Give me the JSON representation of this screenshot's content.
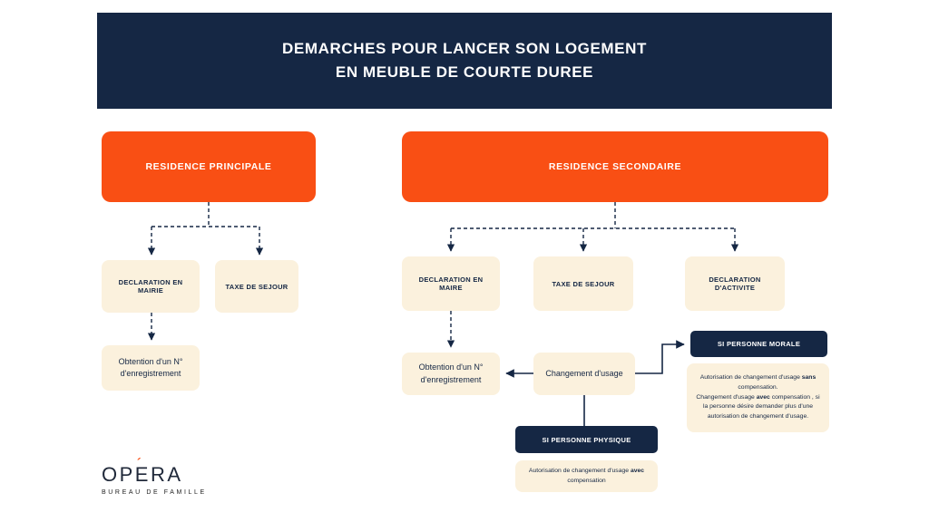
{
  "header": {
    "line1": "DEMARCHES POUR LANCER SON LOGEMENT",
    "line2": "EN MEUBLE DE COURTE DUREE"
  },
  "colors": {
    "navy": "#152744",
    "orange": "#f94f14",
    "cream": "#fbf1dd"
  },
  "principal": {
    "title": "RESIDENCE PRINCIPALE",
    "declaration": "DECLARATION EN MAIRIE",
    "taxe": "TAXE DE SEJOUR",
    "obtention": "Obtention d'un N° d'enregistrement"
  },
  "secondaire": {
    "title": "RESIDENCE SECONDAIRE",
    "declaration": "DECLARATION EN MAIRE",
    "taxe": "TAXE DE SEJOUR",
    "activite": "DECLARATION D'ACTIVITE",
    "obtention": "Obtention d'un N° d'enregistrement",
    "changement": "Changement d'usage",
    "morale": {
      "title": "SI PERSONNE MORALE",
      "p1": "Autorisation de changement d'usage ",
      "b1": "sans",
      "p2": " compensation.",
      "p3": "Changement d'usage ",
      "b2": "avec",
      "p4": " compensation , si la personne désire demander plus d'une autorisation de changement d'usage."
    },
    "physique": {
      "title": "SI PERSONNE PHYSIQUE",
      "p1": "Autorisation de changement d'usage ",
      "b1": "avec",
      "p2": " compensation"
    }
  },
  "logo": {
    "p1": "OP",
    "e": "E",
    "accent": "´",
    "p2": "RA",
    "tagline": "BUREAU DE FAMILLE"
  }
}
